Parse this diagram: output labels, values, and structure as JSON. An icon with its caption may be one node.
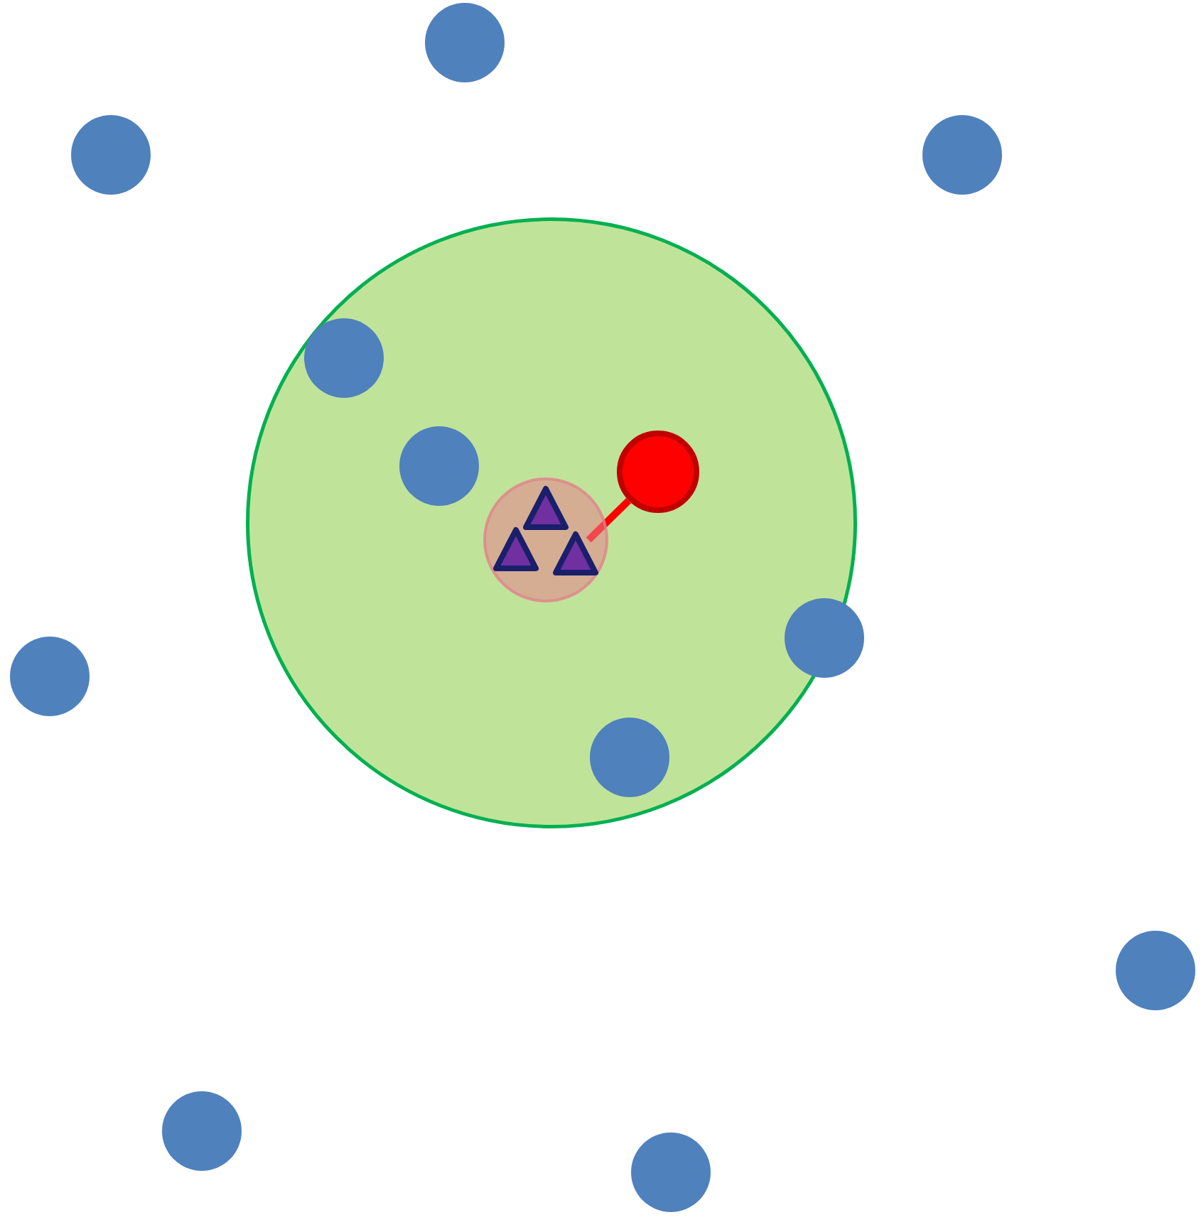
{
  "diagram": {
    "nodes": [
      {
        "text": [],
        "shape": "circle"
      },
      {
        "text": [],
        "shape": "circle"
      },
      {
        "text": [],
        "shape": "circle"
      },
      {
        "text": [],
        "shape": "circle"
      },
      {
        "text": [],
        "shape": "circle",
        "in": 0
      },
      {
        "text": [],
        "shape": "circle",
        "in": 0
      },
      {
        "text": [],
        "shape": "circle",
        "in": 0
      },
      {
        "text": [],
        "shape": "circle",
        "in": 0
      },
      {
        "text": [],
        "shape": "triangle",
        "in": 7
      },
      {
        "text": [],
        "shape": "triangle",
        "in": 7
      },
      {
        "text": [],
        "shape": "triangle",
        "in": 7
      },
      {
        "text": [],
        "shape": "circle"
      },
      {
        "text": [],
        "shape": "circle"
      },
      {
        "text": [],
        "shape": "circle",
        "in": 0
      },
      {
        "text": [],
        "shape": "circle"
      },
      {
        "text": [],
        "shape": "circle"
      },
      {
        "text": [],
        "shape": "circle"
      }
    ],
    "edges": [
      {
        "from": 10,
        "to": 6,
        "arrow": "none",
        "color": "#ff0000"
      }
    ]
  }
}
